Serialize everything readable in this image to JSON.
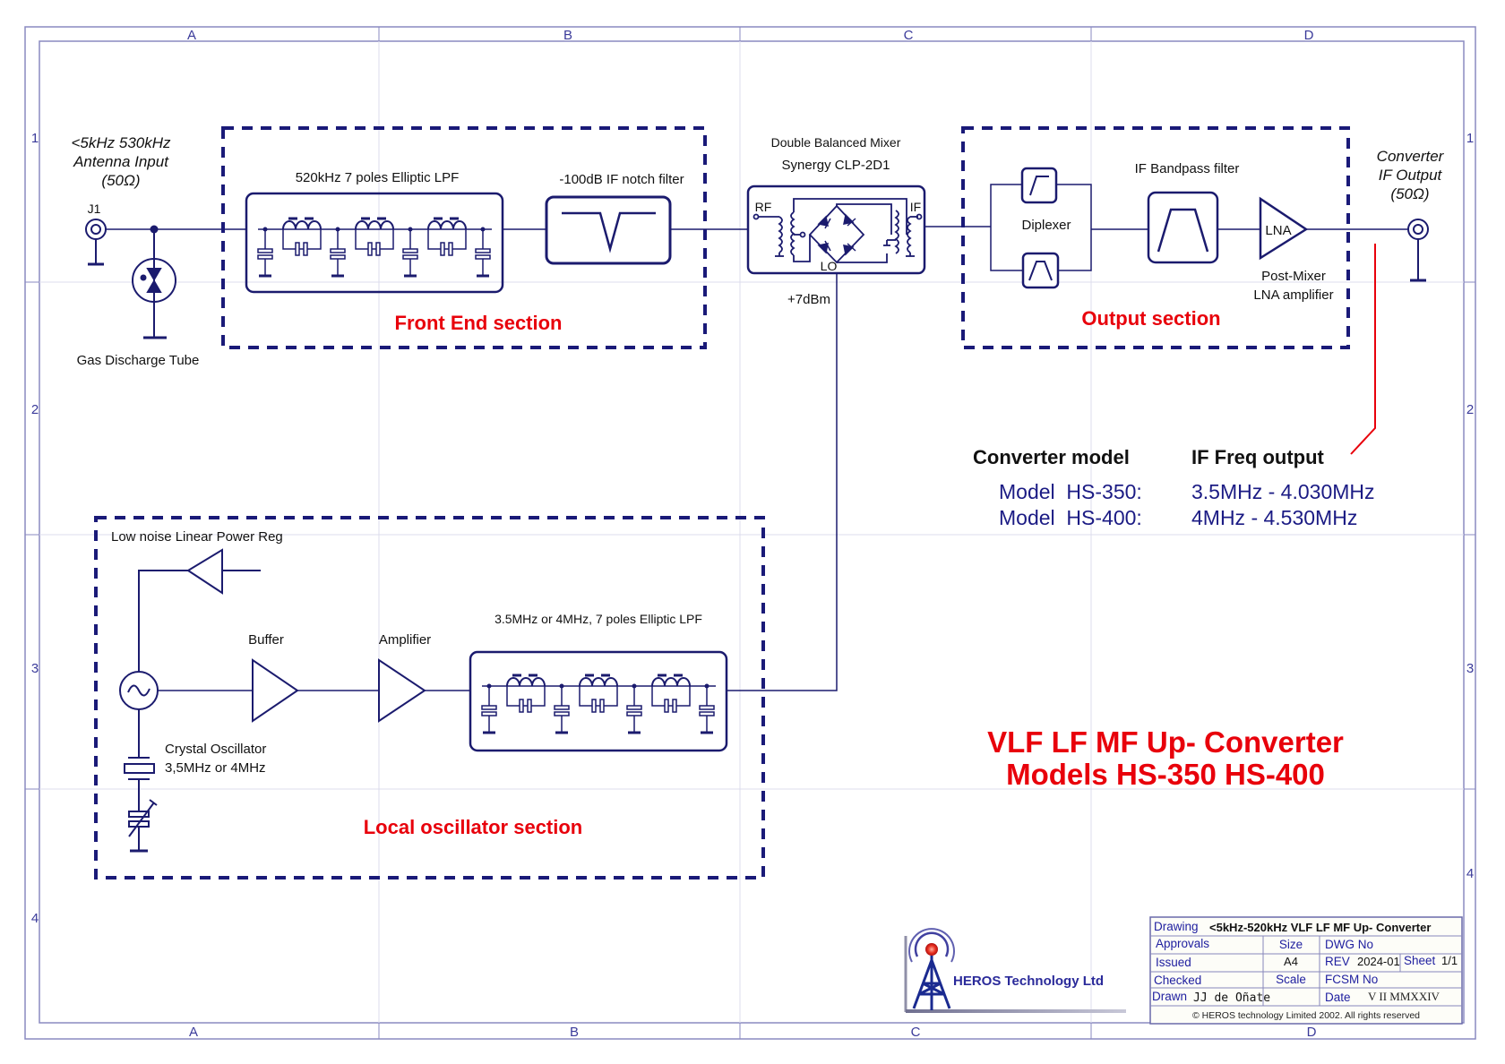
{
  "sheet": {
    "column_labels": [
      "A",
      "B",
      "C",
      "D"
    ],
    "row_labels": [
      "1",
      "2",
      "3",
      "4"
    ]
  },
  "colors": {
    "wire": "#1b1b6e",
    "section_border": "#1a1a78",
    "section_title": "#e8000b",
    "frame": "#8a8ac0",
    "grid_line": "#dcdcec"
  },
  "antenna_input": {
    "line1": "<5kHz 530kHz",
    "line2": "Antenna Input",
    "line3": "(50Ω)",
    "connector_ref": "J1"
  },
  "gas_discharge_tube": {
    "label": "Gas Discharge Tube"
  },
  "front_end": {
    "title": "Front End section",
    "lpf_label": "520kHz 7 poles Elliptic LPF",
    "notch_label": "-100dB IF notch filter"
  },
  "mixer": {
    "line1": "Double Balanced Mixer",
    "line2": "Synergy CLP-2D1",
    "port_rf": "RF",
    "port_if": "IF",
    "port_lo": "LO",
    "lo_level": "+7dBm"
  },
  "output_section": {
    "title": "Output section",
    "diplexer_label": "Diplexer",
    "bandpass_label": "IF Bandpass filter",
    "lna_label": "LNA",
    "lna_caption_1": "Post-Mixer",
    "lna_caption_2": "LNA amplifier"
  },
  "converter_output": {
    "line1": "Converter",
    "line2": "IF Output",
    "line3": "(50Ω)"
  },
  "model_table": {
    "header_model": "Converter model",
    "header_freq": "IF Freq output",
    "rows": [
      {
        "model": "Model  HS-350:",
        "freq": "3.5MHz - 4.030MHz"
      },
      {
        "model": "Model  HS-400:",
        "freq": "4MHz - 4.530MHz"
      }
    ]
  },
  "local_oscillator": {
    "title": "Local oscillator section",
    "power_reg_label": "Low noise Linear Power Reg",
    "buffer_label": "Buffer",
    "amplifier_label": "Amplifier",
    "lpf_label": "3.5MHz or 4MHz, 7 poles Elliptic LPF",
    "crystal_line1": "Crystal Oscillator",
    "crystal_line2": "3,5MHz or 4MHz"
  },
  "main_title": {
    "line1": "VLF LF MF Up- Converter",
    "line2": "Models HS-350  HS-400"
  },
  "logo": {
    "text": "HEROS Technology Ltd"
  },
  "title_block": {
    "drawing_label": "Drawing",
    "drawing_value": "<5kHz-520kHz VLF LF MF Up- Converter",
    "approvals_label": "Approvals",
    "size_label": "Size",
    "dwg_label": "DWG No",
    "issued_label": "Issued",
    "size_value": "A4",
    "rev_label": "REV",
    "rev_value": "2024-01",
    "sheet_label": "Sheet",
    "sheet_value": "1/1",
    "checked_label": "Checked",
    "scale_label": "Scale",
    "fcsm_label": "FCSM No",
    "drawn_label": "Drawn",
    "drawn_value": "JJ de Oñate",
    "date_label": "Date",
    "date_value": "V II MMXXIV",
    "copyright": "© HEROS technology Limited 2002. All rights reserved"
  }
}
